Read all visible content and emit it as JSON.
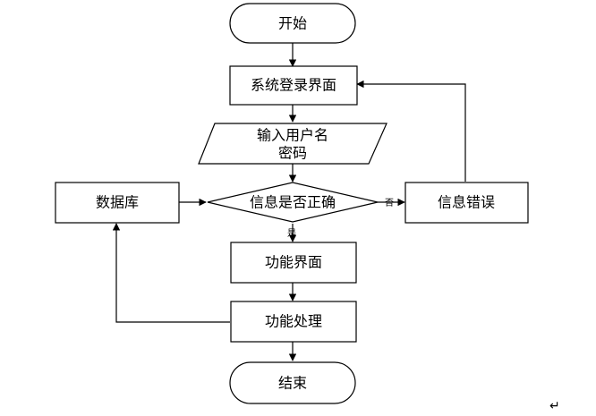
{
  "flowchart": {
    "nodes": {
      "start": "开始",
      "login_screen": "系统登录界面",
      "input_line1": "输入用户名",
      "input_line2": "密码",
      "check": "信息是否正确",
      "database": "数据库",
      "error": "信息错误",
      "function_screen": "功能界面",
      "function_process": "功能处理",
      "end": "结束"
    },
    "edges": {
      "no_label": "否",
      "yes_label": "是"
    },
    "return_mark": "↵"
  }
}
